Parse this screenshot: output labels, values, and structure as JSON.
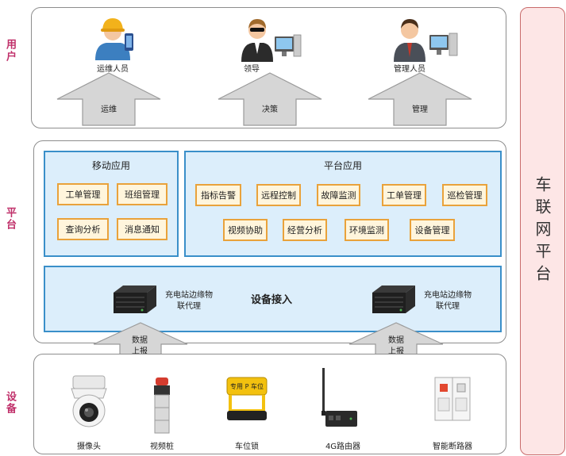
{
  "side_labels": {
    "user": "用户",
    "platform": "平台",
    "device": "设备"
  },
  "right_panel": "车联网平台",
  "users": [
    {
      "label": "运维人员",
      "arrow": "运维"
    },
    {
      "label": "领导",
      "arrow": "决策"
    },
    {
      "label": "管理人员",
      "arrow": "管理"
    }
  ],
  "mobile": {
    "title": "移动应用",
    "items": [
      "工单管理",
      "班组管理",
      "查询分析",
      "消息通知"
    ]
  },
  "platform_app": {
    "title": "平台应用",
    "row1": [
      "指标告警",
      "远程控制",
      "故障监测",
      "工单管理",
      "巡检管理"
    ],
    "row2": [
      "视频协助",
      "经营分析",
      "环境监测",
      "设备管理"
    ]
  },
  "access": {
    "title": "设备接入",
    "proxy_left": "充电站边缘物联代理",
    "proxy_right": "充电站边缘物联代理"
  },
  "report_arrows": [
    "数据上报",
    "数据上报"
  ],
  "devices": [
    "摄像头",
    "视频桩",
    "车位锁",
    "4G路由器",
    "智能断路器"
  ],
  "lock_sign": "专用 P 车位",
  "colors": {
    "accent": "#c0306a",
    "blue_border": "#3a8fc9",
    "chip_border": "#e9a23b"
  }
}
